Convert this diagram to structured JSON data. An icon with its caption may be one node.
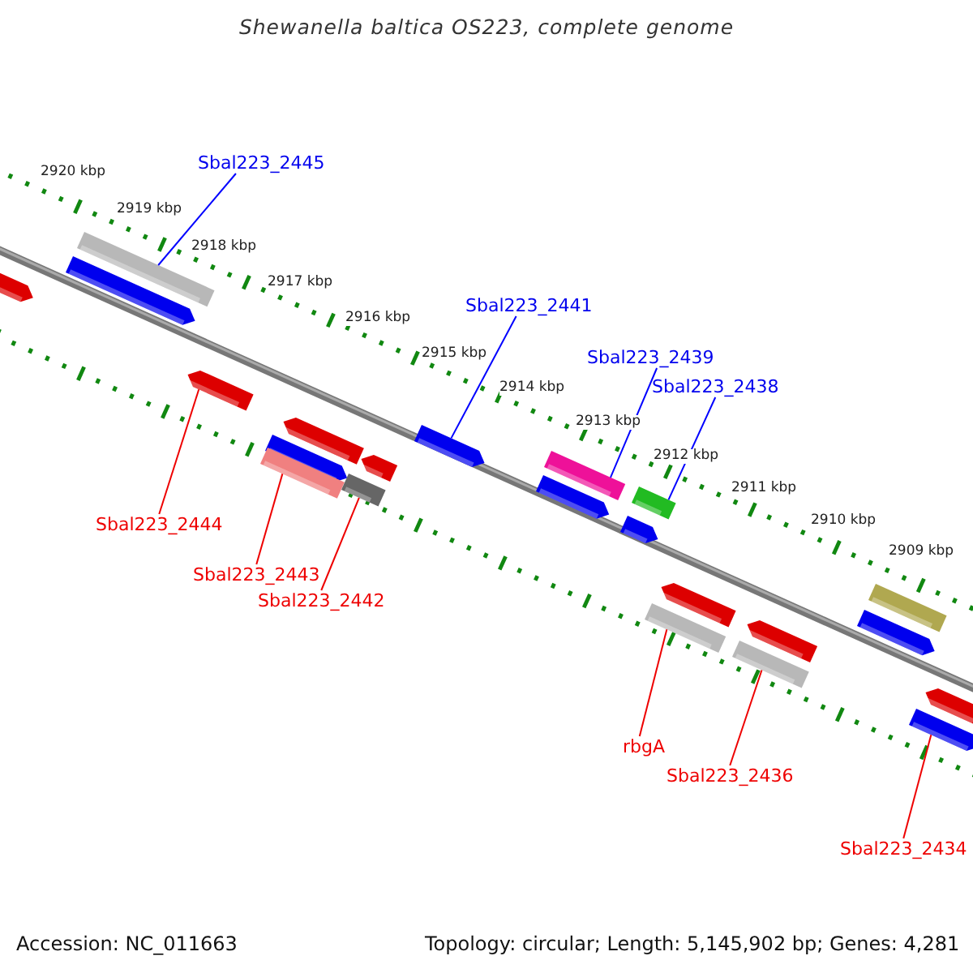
{
  "diagram": {
    "title": "Shewanella baltica OS223, complete genome",
    "nodes": [
      {
        "text": [
          "Sbal223_2445"
        ]
      },
      {
        "text": [
          "Sbal223_2441"
        ]
      },
      {
        "text": [
          "Sbal223_2439"
        ]
      },
      {
        "text": [
          "Sbal223_2438"
        ]
      },
      {
        "text": [
          "Sbal223_2444"
        ]
      },
      {
        "text": [
          "Sbal223_2443"
        ]
      },
      {
        "text": [
          "Sbal223_2442"
        ]
      },
      {
        "text": [
          "rbgA"
        ]
      },
      {
        "text": [
          "Sbal223_2436"
        ]
      },
      {
        "text": [
          "Sbal223_2434"
        ]
      },
      {
        "text": [],
        "shape": "bar"
      },
      {
        "text": [],
        "shape": "bar"
      },
      {
        "text": [],
        "shape": "bar"
      },
      {
        "text": [],
        "shape": "bar"
      },
      {
        "text": [],
        "shape": "bar"
      },
      {
        "text": [],
        "shape": "bar"
      },
      {
        "text": [],
        "shape": "bar"
      },
      {
        "text": [],
        "shape": "bar"
      },
      {
        "text": [],
        "shape": "bar"
      },
      {
        "text": [],
        "shape": "bar"
      },
      {
        "text": [],
        "shape": "bar"
      },
      {
        "text": [],
        "shape": "bar"
      },
      {
        "text": [],
        "shape": "bar"
      },
      {
        "text": [],
        "shape": "bar"
      },
      {
        "text": [],
        "shape": "bar"
      },
      {
        "text": [],
        "shape": "bar"
      },
      {
        "text": [],
        "shape": "bar"
      },
      {
        "text": [],
        "shape": "bar"
      },
      {
        "text": [],
        "shape": "bar"
      },
      {
        "text": [],
        "shape": "bar"
      },
      {
        "text": [],
        "shape": "bar"
      },
      {
        "text": [],
        "shape": "bar"
      }
    ],
    "edges": [
      {
        "from": 0,
        "to": 12,
        "arrow": "none",
        "color": "#0000ff"
      },
      {
        "from": 1,
        "to": 19,
        "arrow": "none",
        "color": "#0000ff"
      },
      {
        "from": 2,
        "to": 21,
        "arrow": "none",
        "color": "#0000ff"
      },
      {
        "from": 3,
        "to": 23,
        "arrow": "none",
        "color": "#0000ff"
      },
      {
        "from": 4,
        "to": 13,
        "arrow": "none"
      },
      {
        "from": 5,
        "to": 14,
        "arrow": "none"
      },
      {
        "from": 6,
        "to": 17,
        "arrow": "none"
      },
      {
        "from": 7,
        "to": 24,
        "arrow": "none"
      },
      {
        "from": 8,
        "to": 26,
        "arrow": "none"
      },
      {
        "from": 9,
        "to": 30,
        "arrow": "none"
      }
    ],
    "labels": [
      "2920 kbp",
      "2919 kbp",
      "2918 kbp",
      "2917 kbp",
      "2916 kbp",
      "2915 kbp",
      "2914 kbp",
      "2913 kbp",
      "2912 kbp",
      "2911 kbp",
      "2910 kbp",
      "2909 kbp",
      "Accession: NC_011663",
      "Topology: circular; Length: 5,145,902 bp; Genes: 4,281"
    ]
  }
}
